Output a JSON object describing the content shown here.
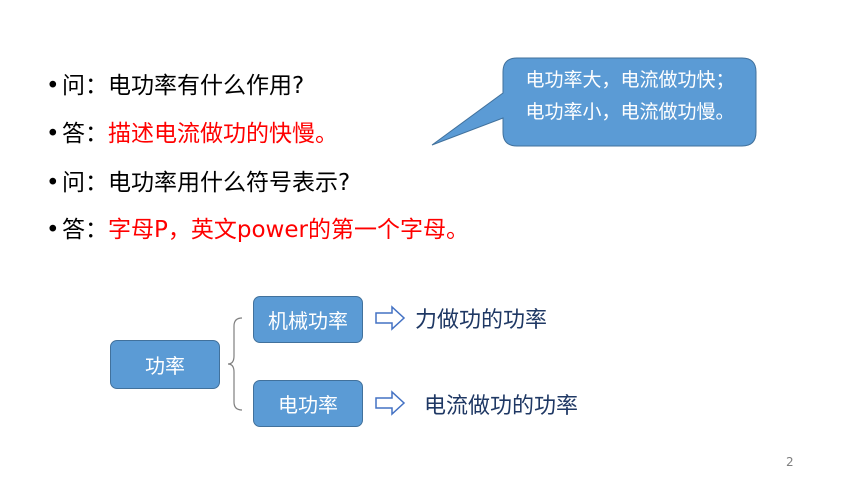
{
  "qa": [
    {
      "bullet": "•",
      "prefix": "问：",
      "text": "电功率有什么作用?",
      "is_answer": false
    },
    {
      "bullet": "•",
      "prefix": "答：",
      "text": "描述电流做功的快慢。",
      "is_answer": true
    },
    {
      "bullet": "•",
      "prefix": "问：",
      "text": "电功率用什么符号表示?",
      "is_answer": false
    },
    {
      "bullet": "•",
      "prefix": "答：",
      "text": "字母P，英文power的第一个字母。",
      "is_answer": true
    }
  ],
  "callout": {
    "line1": "电功率大，电流做功快；",
    "line2": "电功率小，电流做功慢。"
  },
  "diagram": {
    "root": "功率",
    "branch_mech": "机械功率",
    "branch_elec": "电功率",
    "desc_mech": "力做功的功率",
    "desc_elec": "电流做功的功率"
  },
  "page_number": "2",
  "colors": {
    "answer": "#ff0000",
    "box_fill": "#5b9bd5",
    "box_border": "#41719c",
    "desc_text": "#1f3864"
  }
}
